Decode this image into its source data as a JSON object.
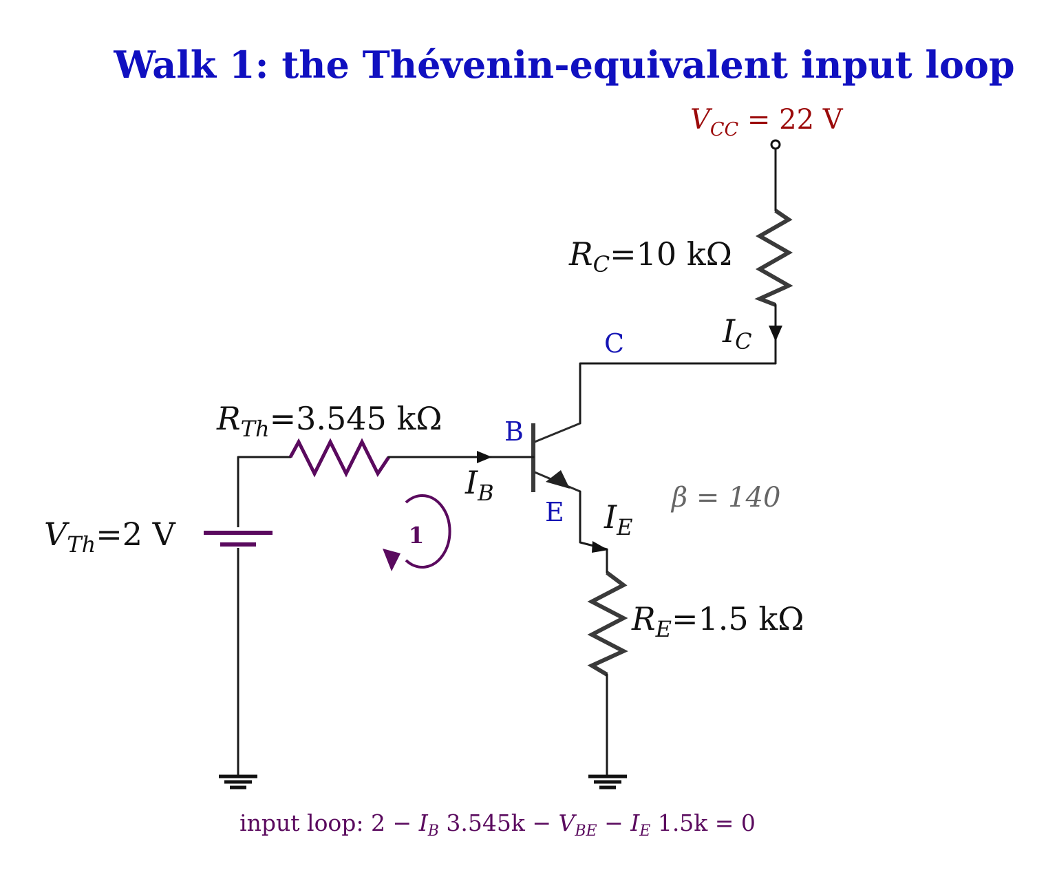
{
  "title": "Walk 1: the Thévenin-equivalent input loop",
  "supply": {
    "label": "V",
    "sub": "CC",
    "value": " = 22 V"
  },
  "collector_resistor": {
    "label": "R",
    "sub": "C",
    "value": "=10 kΩ"
  },
  "collector_current": {
    "label": "I",
    "sub": "C"
  },
  "node_collector": "C",
  "node_base": "B",
  "node_emitter": "E",
  "thevenin_resistor": {
    "label": "R",
    "sub": "Th",
    "value": "=3.545 kΩ"
  },
  "base_current": {
    "label": "I",
    "sub": "B"
  },
  "emitter_current": {
    "label": "I",
    "sub": "E"
  },
  "beta": "β = 140",
  "thevenin_source": {
    "label": "V",
    "sub": "Th",
    "value": "=2 V"
  },
  "emitter_resistor": {
    "label": "R",
    "sub": "E",
    "value": "=1.5 kΩ"
  },
  "loop_number": "1",
  "equation": {
    "prefix": "input loop: ",
    "p1": "2 − ",
    "ib": "I",
    "ib_sub": "B",
    "p2": " 3.545k − ",
    "vbe": "V",
    "vbe_sub": "BE",
    "p3": " − ",
    "ie": "I",
    "ie_sub": "E",
    "p4": " 1.5k = 0"
  },
  "colors": {
    "title": "#1010c0",
    "node_labels": "#1414b4",
    "supply": "#9b0a0a",
    "loop": "#5a0a5e",
    "beta": "#666666",
    "wire": "#1a1a1a"
  }
}
